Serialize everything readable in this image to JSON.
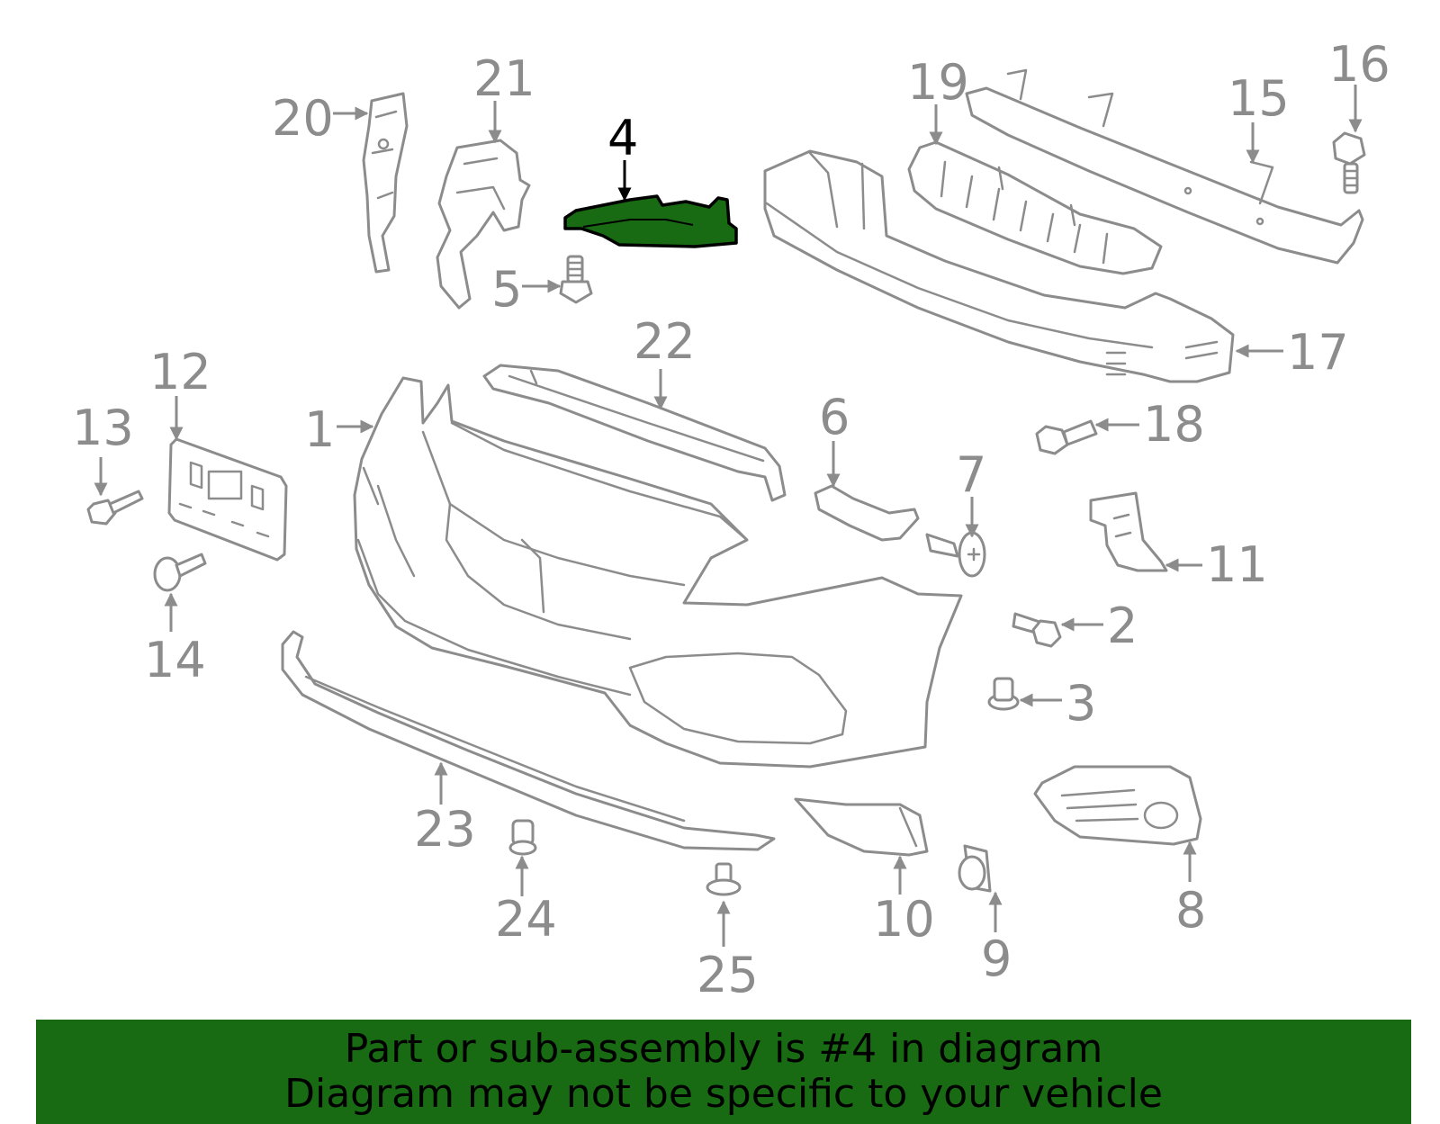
{
  "colors": {
    "banner_background": "#186b12",
    "highlight_part": "#186b12",
    "part_outline": "#8c8c8c",
    "highlight_text": "#000000"
  },
  "diagram": {
    "highlighted_part": "4",
    "callouts": [
      "1",
      "2",
      "3",
      "4",
      "5",
      "6",
      "7",
      "8",
      "9",
      "10",
      "11",
      "12",
      "13",
      "14",
      "15",
      "16",
      "17",
      "18",
      "19",
      "20",
      "21",
      "22",
      "23",
      "24",
      "25"
    ]
  },
  "banner": {
    "line1": "Part or sub-assembly is #4 in diagram",
    "line2": "Diagram may not be specific to your vehicle"
  }
}
